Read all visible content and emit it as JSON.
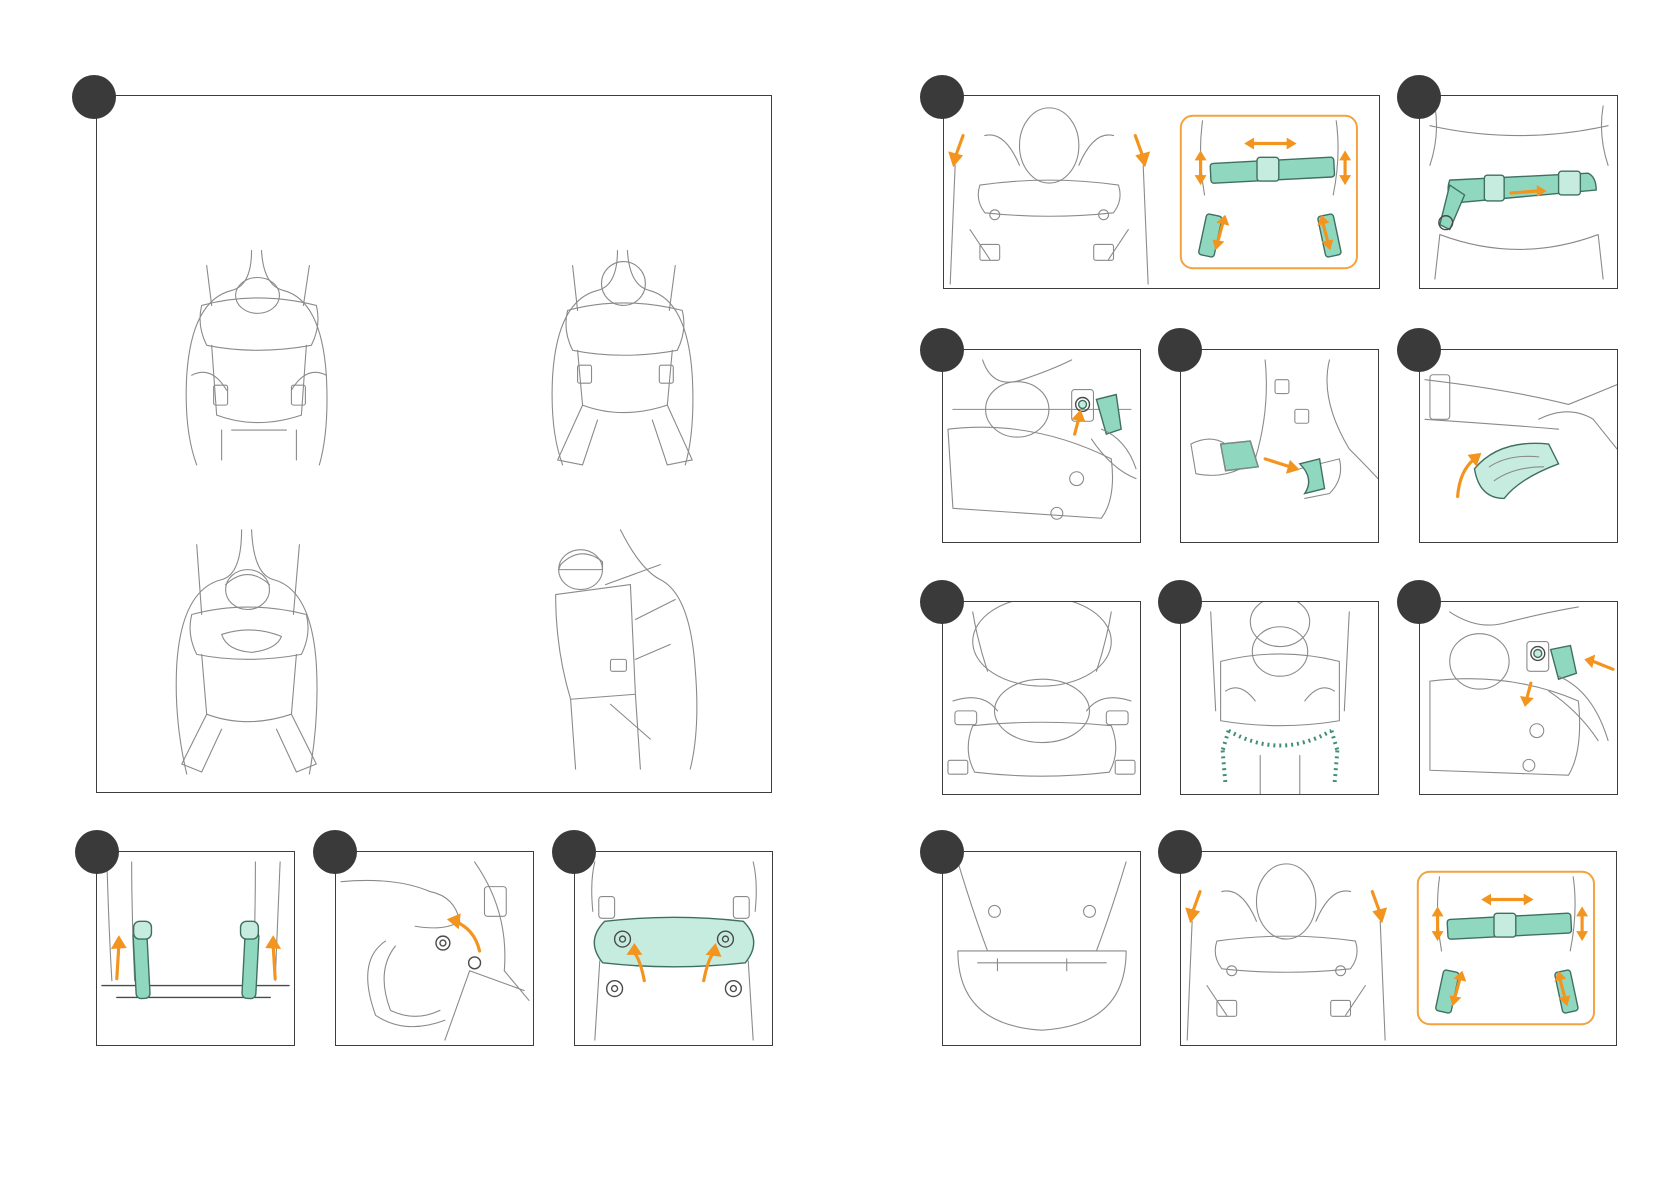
{
  "page": {
    "title": "",
    "colors": {
      "accent_mint": "#8fd8bf",
      "arrow_orange": "#f3941f",
      "badge_dark": "#3a3a3a",
      "outline": "#3d3d3d"
    }
  },
  "steps": [
    {
      "id": "overview",
      "icon": "carrier-positions-illustration"
    },
    {
      "id": "step-a1",
      "icon": "shoulder-strap-adjust-illustration"
    },
    {
      "id": "step-a2",
      "icon": "waist-belt-tighten-illustration"
    },
    {
      "id": "step-a3",
      "icon": "snap-fastener-illustration"
    },
    {
      "id": "step-a4",
      "icon": "buckle-connect-illustration"
    },
    {
      "id": "step-a5",
      "icon": "strap-roll-illustration"
    },
    {
      "id": "step-b1",
      "icon": "head-support-illustration"
    },
    {
      "id": "step-b2",
      "icon": "leg-seat-width-illustration"
    },
    {
      "id": "step-b3",
      "icon": "snap-press-illustration"
    },
    {
      "id": "step-c1",
      "icon": "strap-pull-up-illustration"
    },
    {
      "id": "step-c2",
      "icon": "hood-snap-illustration"
    },
    {
      "id": "step-c3",
      "icon": "headrest-fold-illustration"
    },
    {
      "id": "step-c4",
      "icon": "pocket-panel-illustration"
    },
    {
      "id": "step-c5",
      "icon": "shoulder-strap-adjust-illustration"
    }
  ]
}
